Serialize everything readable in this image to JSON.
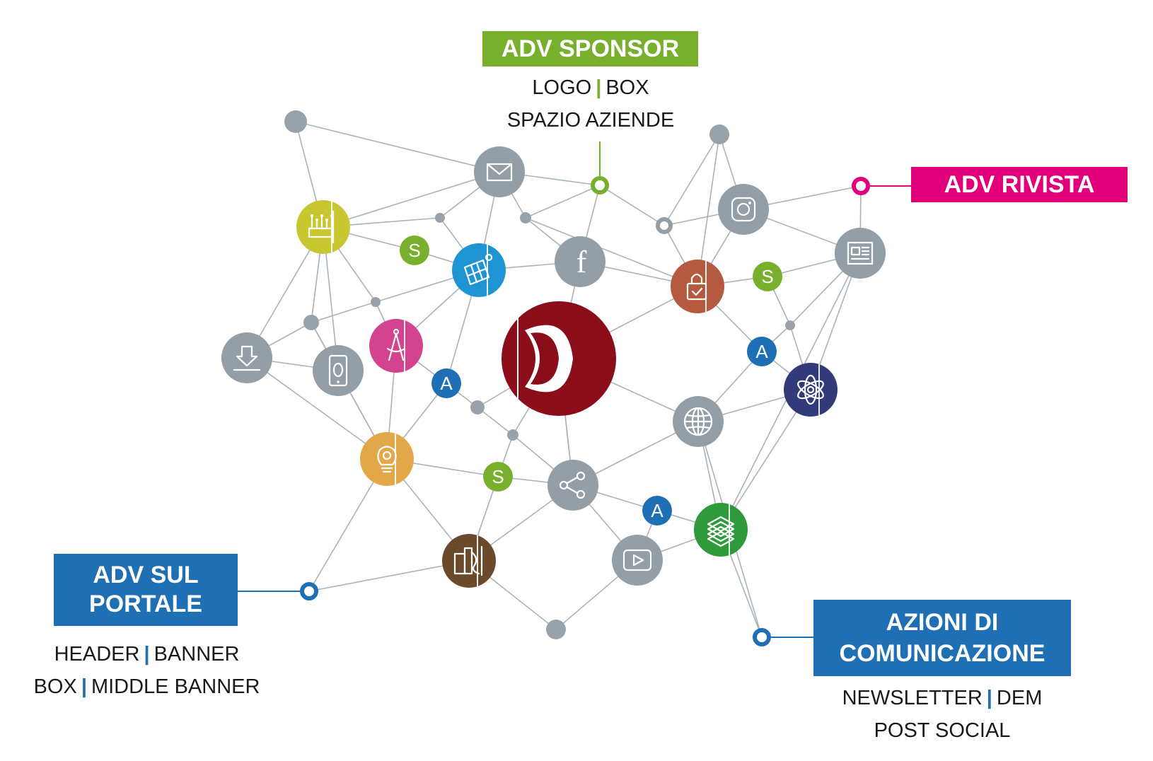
{
  "callouts": {
    "sponsor": {
      "title": "ADV SPONSOR",
      "line1_a": "LOGO",
      "line1_sep": "|",
      "line1_b": "BOX",
      "line2": "SPAZIO AZIENDE"
    },
    "rivista": {
      "title": "ADV RIVISTA"
    },
    "portale": {
      "title_l1": "ADV SUL",
      "title_l2": "PORTALE",
      "line1_a": "HEADER",
      "line1_sep": "|",
      "line1_b": "BANNER",
      "line2_a": "BOX",
      "line2_sep": "|",
      "line2_b": "MIDDLE BANNER"
    },
    "azioni": {
      "title_l1": "AZIONI DI",
      "title_l2": "COMUNICAZIONE",
      "line1_a": "NEWSLETTER",
      "line1_sep": "|",
      "line1_b": "DEM",
      "line2": "POST SOCIAL"
    }
  },
  "nodes": [
    {
      "id": "center-logo",
      "kind": "logo",
      "color": "#8b0d1a"
    },
    {
      "id": "mail",
      "kind": "icon",
      "icon": "mail-icon",
      "color": "#949ea6"
    },
    {
      "id": "facebook",
      "kind": "icon",
      "icon": "facebook-icon",
      "label": "f",
      "color": "#949ea6"
    },
    {
      "id": "instagram",
      "kind": "icon",
      "icon": "instagram-icon",
      "color": "#949ea6"
    },
    {
      "id": "newspaper",
      "kind": "icon",
      "icon": "newspaper-icon",
      "color": "#949ea6"
    },
    {
      "id": "download",
      "kind": "icon",
      "icon": "download-icon",
      "color": "#949ea6"
    },
    {
      "id": "mobile",
      "kind": "icon",
      "icon": "mobile-phone-icon",
      "color": "#949ea6"
    },
    {
      "id": "globe",
      "kind": "icon",
      "icon": "globe-icon",
      "color": "#949ea6"
    },
    {
      "id": "share",
      "kind": "icon",
      "icon": "share-icon",
      "color": "#949ea6"
    },
    {
      "id": "youtube",
      "kind": "icon",
      "icon": "video-play-icon",
      "color": "#949ea6"
    },
    {
      "id": "circuit",
      "kind": "icon",
      "icon": "circuit-board-icon",
      "color": "#c9c72f"
    },
    {
      "id": "solar",
      "kind": "icon",
      "icon": "solar-panel-icon",
      "color": "#1f94d2"
    },
    {
      "id": "compass",
      "kind": "icon",
      "icon": "drafting-compass-icon",
      "color": "#d4448e"
    },
    {
      "id": "lightbulb",
      "kind": "icon",
      "icon": "lightbulb-gear-icon",
      "color": "#e2a748"
    },
    {
      "id": "wall",
      "kind": "icon",
      "icon": "wall-section-icon",
      "color": "#6b4a2b"
    },
    {
      "id": "layers",
      "kind": "icon",
      "icon": "layers-icon",
      "color": "#2e9a3a"
    },
    {
      "id": "lock",
      "kind": "icon",
      "icon": "padlock-icon",
      "color": "#b55a3f"
    },
    {
      "id": "atom",
      "kind": "icon",
      "icon": "atom-icon",
      "color": "#323a79"
    },
    {
      "id": "s1",
      "kind": "letter",
      "label": "S",
      "color": "#78b02e"
    },
    {
      "id": "s2",
      "kind": "letter",
      "label": "S",
      "color": "#78b02e"
    },
    {
      "id": "s3",
      "kind": "letter",
      "label": "S",
      "color": "#78b02e"
    },
    {
      "id": "a1",
      "kind": "letter",
      "label": "A",
      "color": "#1f6fb5"
    },
    {
      "id": "a2",
      "kind": "letter",
      "label": "A",
      "color": "#1f6fb5"
    },
    {
      "id": "a3",
      "kind": "letter",
      "label": "A",
      "color": "#1f6fb5"
    },
    {
      "id": "ring-sponsor",
      "kind": "ring",
      "color": "#78b02e"
    },
    {
      "id": "ring-rivista",
      "kind": "ring",
      "color": "#e1007a"
    },
    {
      "id": "ring-portale",
      "kind": "ring",
      "color": "#1f6fb5"
    },
    {
      "id": "ring-azioni",
      "kind": "ring",
      "color": "#1f6fb5"
    },
    {
      "id": "ring-gray",
      "kind": "ring",
      "color": "#949ea6"
    }
  ],
  "colors": {
    "edge": "#a9b3ba",
    "dot": "#98a2aa",
    "sponsor": "#78b02e",
    "rivista": "#e1007a",
    "portale": "#1f6fb5",
    "azioni": "#1f6fb5",
    "text": "#1a1a1a"
  }
}
